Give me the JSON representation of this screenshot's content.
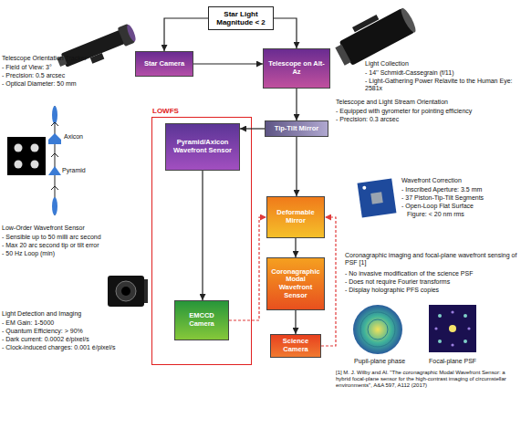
{
  "diagram": {
    "nodes": [
      {
        "text": [
          "Star Light Magnitude < 2"
        ]
      },
      {
        "text": [
          "Star Camera"
        ]
      },
      {
        "text": [
          "Telescope on Alt-Az"
        ]
      },
      {
        "text": [
          "LOWFS"
        ]
      },
      {
        "text": [
          "Pyramid/Axicon Wavefront Sensor"
        ],
        "in": 3
      },
      {
        "text": [
          "EMCCD Camera"
        ],
        "in": 3
      },
      {
        "text": [
          "Tip-Tilt Mirror"
        ]
      },
      {
        "text": [
          "Deformable Mirror"
        ]
      },
      {
        "text": [
          "Coronagraphic Modal Wavefront Sensor"
        ]
      },
      {
        "text": [
          "Science Camera"
        ]
      }
    ],
    "edges": [
      {
        "from": 0,
        "to": 1,
        "arrow": "to"
      },
      {
        "from": 0,
        "to": 2,
        "arrow": "to"
      },
      {
        "from": 1,
        "to": 2,
        "arrow": "to"
      },
      {
        "from": 2,
        "to": 6,
        "arrow": "to"
      },
      {
        "from": 6,
        "to": 4,
        "arrow": "to"
      },
      {
        "from": 6,
        "to": 7,
        "arrow": "to"
      },
      {
        "from": 4,
        "to": 5,
        "arrow": "to"
      },
      {
        "from": 7,
        "to": 8,
        "arrow": "to"
      },
      {
        "from": 8,
        "to": 9,
        "arrow": "to"
      },
      {
        "from": 9,
        "to": 7,
        "arrow": "to"
      },
      {
        "from": 5,
        "to": 7,
        "arrow": "to"
      }
    ],
    "labels": [
      "Telescope Orientation Tracker",
      "- Field of View: 3°",
      "- Precision: 0.5 arcsec",
      "- Optical Diameter: 50 mm",
      "Axicon",
      "Pyramid",
      "Low-Order Wavefront Sensor",
      "- Sensible up to 50 milli arc second",
      "- Max 20 arc second tip or tilt error",
      "- 50 Hz Loop (min)",
      "Light Detection and Imaging",
      "- EM Gain: 1-5000",
      "- Quantum Efficiency: > 90%",
      "- Dark current: 0.0002 é/pixel/s",
      "- Clock-induced charges: 0.001 é/pixel/s",
      "Light Collection",
      "- 14'' Schmidt-Cassegrain (f/11)",
      "- Light-Gathering Power Relavite to the Human Eye: 2581x",
      "Telescope and Light Stream Orientation",
      "- Equipped with gyrometer for pointing efficiency",
      "- Precision: 0.3 arcsec",
      "Wavefront Correction",
      "- Inscribed Aperture: 3.5 mm",
      "- 37 Piston-Tip-Tilt Segments",
      "- Open-Loop Flat Surface",
      "Figure: < 20 nm rms",
      "Coronagraphic imaging and focal-plane wavefront sensing of PSF [1]",
      "- No invasive modification of the science PSF",
      "- Does not require Fourier transforms",
      "- Display holographic PFS copies",
      "Pupil-plane phase",
      "Focal-plane PSF",
      "[1] M. J. Wilby and Al. \"The coronagraphic Modal Wavefront Sensor: a hybrid focal-plane sensor for the high-contrast imaging of circumstellar environments\", A&A 597, A112 (2017)"
    ]
  }
}
